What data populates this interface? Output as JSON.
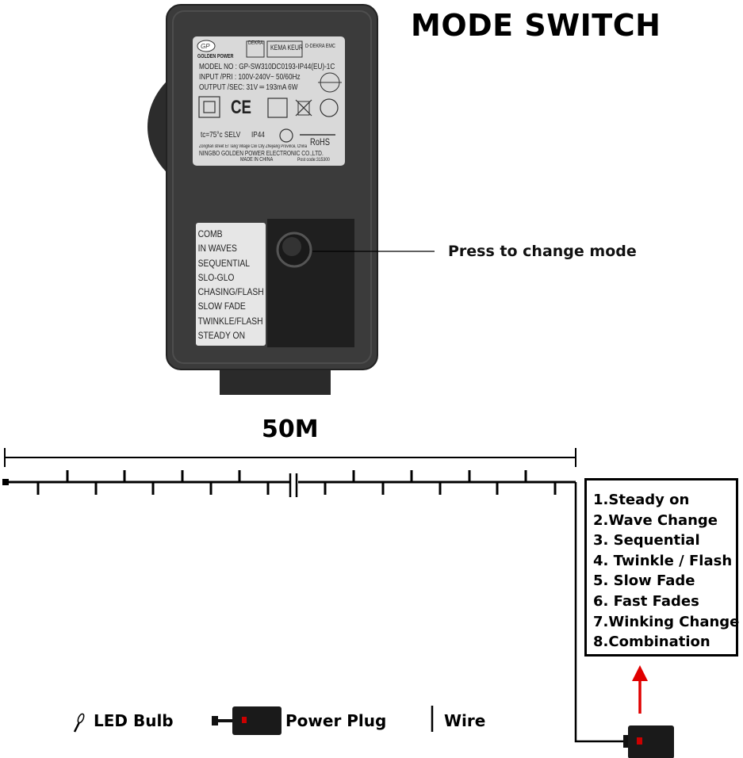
{
  "title": "MODE SWITCH",
  "callout": "Press to change mode",
  "dimension": "50M",
  "adapter_label": {
    "brand": "GOLDEN POWER",
    "logo": "GP",
    "cert_marks": [
      "DEKRA",
      "KEMA KEUR",
      "D-DEKRA EMC"
    ],
    "model": "MODEL NO : GP-SW310DC0193-IP44(EU)-1C",
    "input": "INPUT /PRI : 100V-240V~ 50/60Hz",
    "output": "OUTPUT /SEC: 31V ═ 193mA 6W",
    "temp": "tc=75°c SELV",
    "ip": "IP44",
    "rohs": "RoHS",
    "address": "Zonghan street Er Tang Village Cixi City Zhejiang Province, China",
    "company": "NINGBO GOLDEN POWER ELECTRONIC CO.,LTD.",
    "made_in": "MADE IN CHINA",
    "post": "Post code:315300",
    "ce": "CE"
  },
  "switch_modes": [
    "COMB",
    "IN WAVES",
    "SEQUENTIAL",
    "SLO-GLO",
    "CHASING/FLASH",
    "SLOW FADE",
    "TWINKLE/FLASH",
    "STEADY ON"
  ],
  "mode_list": [
    "1.Steady on",
    "2.Wave Change",
    "3. Sequential",
    "4. Twinkle / Flash",
    "5. Slow Fade",
    "6. Fast Fades",
    "7.Winking Change",
    "8.Combination"
  ],
  "legend": {
    "led_bulb": "LED Bulb",
    "power_plug": "Power Plug",
    "wire": "Wire"
  },
  "colors": {
    "adapter_body": "#3a3a3a",
    "label_plate": "#d9d9d9",
    "arrow": "#e00000",
    "text": "#000000"
  }
}
